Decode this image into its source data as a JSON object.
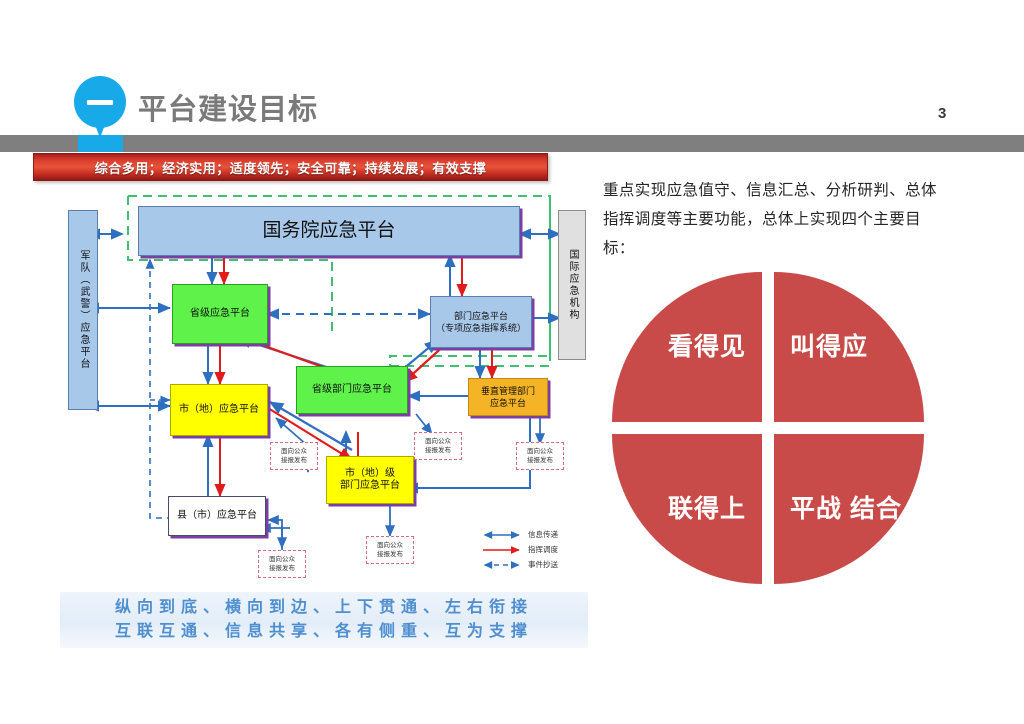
{
  "header": {
    "title": "平台建设目标",
    "page_number": "3",
    "pin_icon": "map-pin-icon",
    "accent_color": "#17a9e8",
    "bar_color": "#7f7f7f",
    "title_color": "#7a7a7a"
  },
  "ribbon": {
    "text": "综合多用；经济实用；适度领先；安全可靠；持续发展；有效支撑",
    "color": "#d93b2b"
  },
  "right_text": {
    "paragraph": "重点实现应急值守、信息汇总、分析研判、总体指挥调度等主要功能，总体上实现四个主要目标："
  },
  "quadrants": {
    "color": "#c94b49",
    "items": [
      {
        "id": "top-left",
        "label": "看得见"
      },
      {
        "id": "top-right",
        "label": "叫得应"
      },
      {
        "id": "bottom-left",
        "label": "联得上"
      },
      {
        "id": "bottom-right",
        "label": "平战\n结合"
      }
    ]
  },
  "diagram": {
    "nodes": {
      "military": "军队（武警）应急平台",
      "state_council": "国务院应急平台",
      "international": "国际应急机构",
      "provincial": "省级应急平台",
      "department": "部门应急平台\n（专项应急指挥系统）",
      "city": "市（地）应急平台",
      "provincial_dept": "省级部门应急平台",
      "vertical_dept": "垂直管理部门\n应急平台",
      "city_dept": "市（地）级\n部门应急平台",
      "county": "县（市）应急平台"
    },
    "public_labels": [
      "面向公众\n接报发布",
      "面向公众\n接报发布",
      "面向公众\n接报发布",
      "面向公众\n接报发布",
      "面向公众\n接报发布"
    ],
    "legend": [
      {
        "label": "信息传递",
        "style": "solid-double-arrow",
        "color": "#2e6fc0"
      },
      {
        "label": "指挥调度",
        "style": "solid-arrow",
        "color": "#e01b1b"
      },
      {
        "label": "事件抄送",
        "style": "dashed-double-arrow",
        "color": "#2e6fc0"
      }
    ]
  },
  "bottom_banner": {
    "line1": "纵向到底、横向到边、上下贯通、左右衔接",
    "line2": "互联互通、信息共享、各有侧重、互为支撑",
    "color": "#4f8fd0"
  }
}
